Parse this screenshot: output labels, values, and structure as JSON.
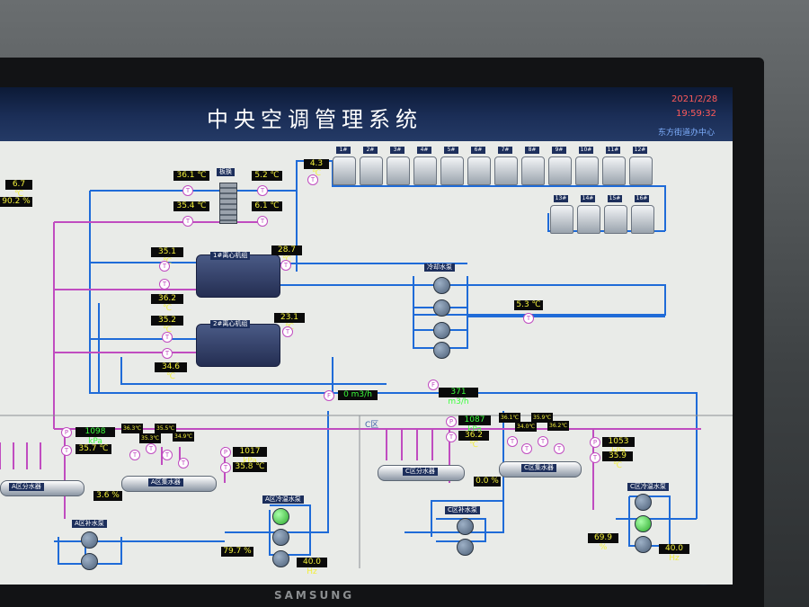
{
  "title": "中央空调管理系统",
  "date": "2021/2/28",
  "time": "19:59:32",
  "org": "东方街道办中心",
  "brand": "SAMSUNG",
  "towers_top": [
    "1#",
    "2#",
    "3#",
    "4#",
    "5#",
    "6#",
    "7#",
    "8#",
    "9#",
    "10#",
    "11#",
    "12#"
  ],
  "towers_bottom": [
    "13#",
    "14#",
    "15#",
    "16#"
  ],
  "hx_label": "板换",
  "chiller1": "1#离心机组",
  "chiller2": "2#离心机组",
  "cooling_pumps_label": "冷却水泵",
  "A_dist": "A区分水器",
  "A_coll": "A区集水器",
  "A_supply_pumps": "A区补水泵",
  "A_circ_pumps": "A区冷温水泵",
  "C_area": "C区",
  "C_dist": "C区分水器",
  "C_coll": "C区集水器",
  "C_supply_pumps": "C区补水泵",
  "C_circ_pumps": "C区冷温水泵",
  "readings": {
    "left_temp": "6.7 ℃",
    "left_pct": "90.2 %",
    "hx_in1": "36.1 ℃",
    "hx_out1": "5.2 ℃",
    "hx_in2": "35.4 ℃",
    "hx_out2": "6.1 ℃",
    "tower_temp": "4.3 ℃",
    "ch1_a": "35.1 ℃",
    "ch1_b": "28.7 ℃",
    "ch1_c": "36.2 ℃",
    "ch2_a": "35.2 ℃",
    "ch2_b": "23.1 ℃",
    "ch2_c": "34.6 ℃",
    "cw_temp": "5.3 ℃",
    "flow1": "0 m3/h",
    "flow2": "371 m3/h",
    "A_press": "1098 kPa",
    "A_temp": "35.7 ℃",
    "A_valve": "3.6 %",
    "A_c1": "36.3℃",
    "A_c2": "35.3℃",
    "A_c3": "35.5℃",
    "A_c4": "34.9℃",
    "A_press2": "1017 kPa",
    "A_temp2": "35.8 ℃",
    "A_pump_pct": "79.7 %",
    "A_hz": "40.0 Hz",
    "C_press": "1087 kPa",
    "C_temp": "36.2 ℃",
    "C_valve": "0.0 %",
    "C_c1": "36.1℃",
    "C_c2": "34.0℃",
    "C_c3": "35.9℃",
    "C_c4": "36.2℃",
    "C_press2": "1053 kPa",
    "C_temp2": "35.9 ℃",
    "C_pump_pct": "69.9 %",
    "C_hz": "40.0 Hz"
  },
  "colors": {
    "pipe_blue": "#1f6bd8",
    "pipe_magenta": "#c04cc0",
    "value_green": "#3cff3c"
  }
}
